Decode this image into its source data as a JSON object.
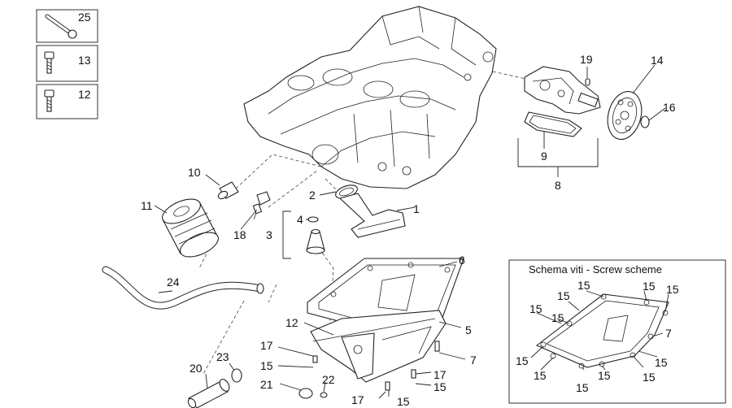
{
  "legend": [
    {
      "number": "25",
      "icon": "long-bolt-icon"
    },
    {
      "number": "13",
      "icon": "socket-screw-icon"
    },
    {
      "number": "12",
      "icon": "socket-screw-icon"
    }
  ],
  "callouts": {
    "c1": "1",
    "c2": "2",
    "c3": "3",
    "c4": "4",
    "c5": "5",
    "c6": "6",
    "c7": "7",
    "c8": "8",
    "c9": "9",
    "c10": "10",
    "c11": "11",
    "c12": "12",
    "c14": "14",
    "c15": "15",
    "c16": "16",
    "c17": "17",
    "c18": "18",
    "c19": "19",
    "c20": "20",
    "c21": "21",
    "c22": "22",
    "c23": "23",
    "c24": "24"
  },
  "screw_scheme": {
    "title": "Schema viti - Screw scheme",
    "screw_label": "15",
    "gasket_label": "7"
  }
}
